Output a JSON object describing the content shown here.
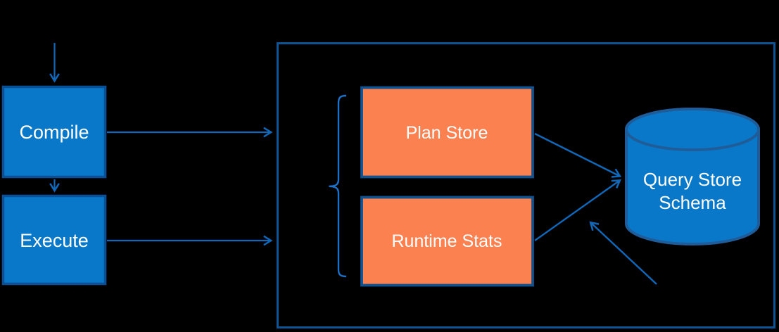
{
  "diagram": {
    "nodes": {
      "compile": {
        "label": "Compile"
      },
      "execute": {
        "label": "Execute"
      },
      "plan_store": {
        "label": "Plan Store"
      },
      "runtime_stats": {
        "label": "Runtime Stats"
      },
      "query_store_schema": {
        "lines": [
          "Query Store",
          "Schema"
        ]
      }
    },
    "colors": {
      "background": "#000000",
      "process_box_fill": "#0A78C9",
      "process_box_border": "#0A5096",
      "store_box_fill": "#FC8150",
      "store_box_border": "#12528F",
      "container_border": "#0E5495",
      "cylinder_fill": "#0A78C9",
      "cylinder_border": "#1E5D99",
      "arrow": "#1268B8",
      "brace": "#1E71C8",
      "text": "#FFFFFF"
    }
  }
}
